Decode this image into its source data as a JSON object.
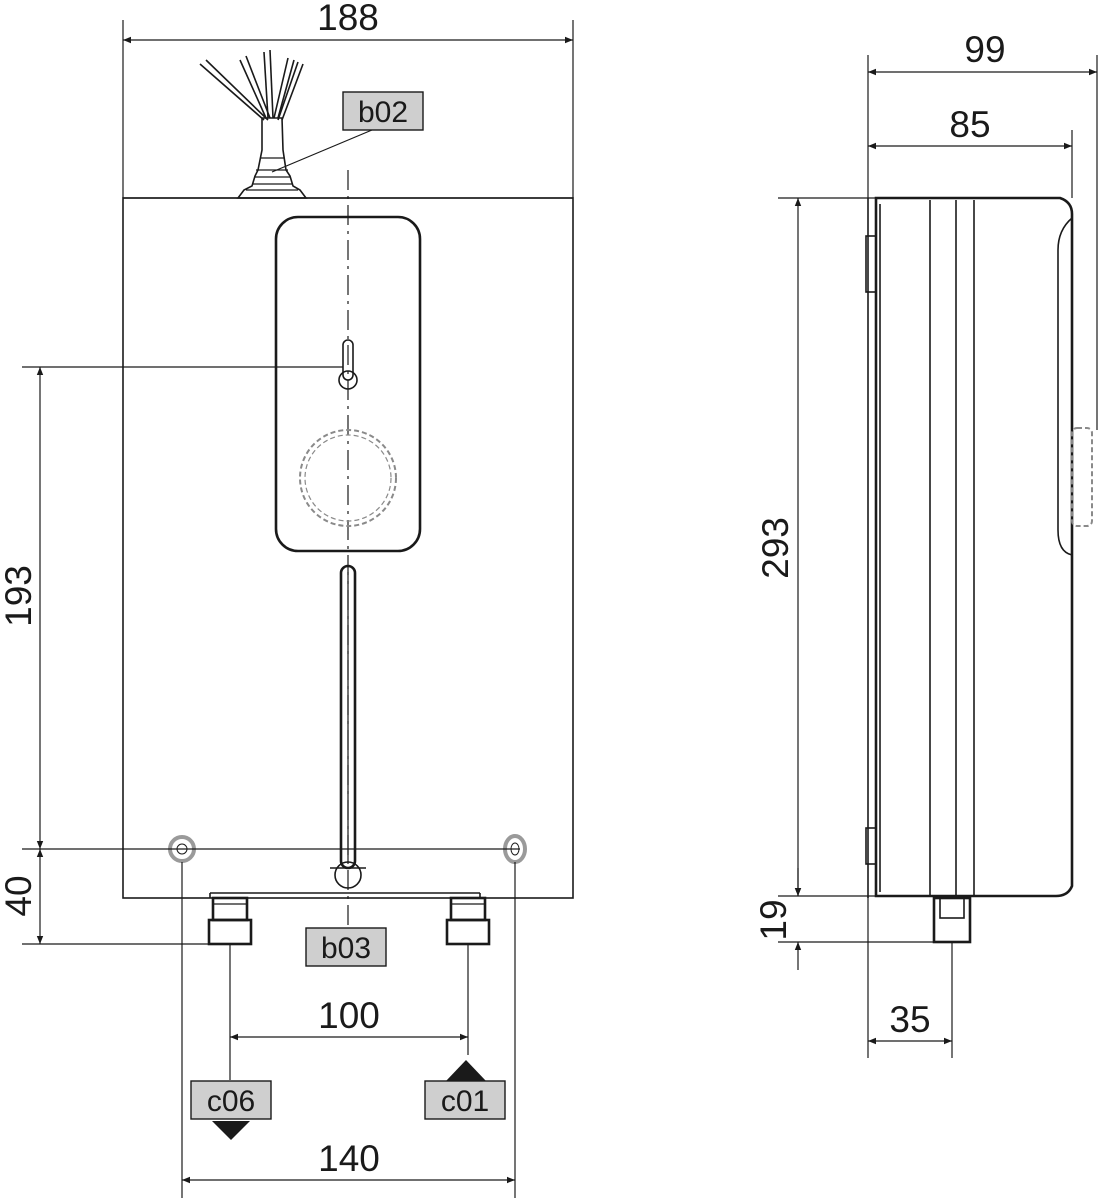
{
  "dimensions": {
    "overall_width": "188",
    "depth_overall": "99",
    "depth_body": "85",
    "height": "293",
    "mount_hole_height": "193",
    "bottom_to_holes": "40",
    "connection_spacing": "100",
    "mount_hole_spacing": "140",
    "fitting_length": "19",
    "fitting_offset": "35"
  },
  "labels": {
    "b02": "b02",
    "b03": "b03",
    "c06": "c06",
    "c01": "c01"
  },
  "colors": {
    "line": "#1a1a1a",
    "label_fill": "#cfcfcf",
    "hidden": "#8a8a8a"
  }
}
